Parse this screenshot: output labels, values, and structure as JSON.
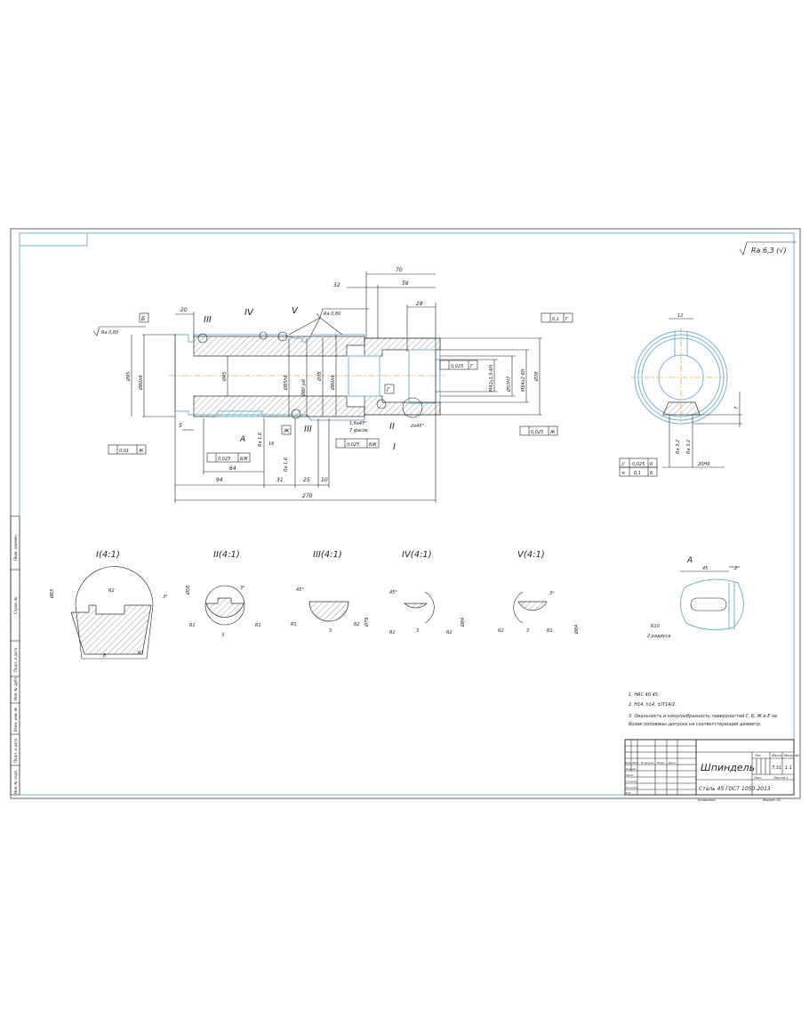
{
  "sheet": {
    "roughness_general": "Ra 6,3 (√)",
    "side_stamps": [
      "Перв. примен.",
      "Справ. №",
      "Подп. и дата",
      "Инв. № дубл.",
      "Взам. инв. №",
      "Подп. и дата",
      "Инв. № подл."
    ]
  },
  "main_view": {
    "dims_top": [
      "70",
      "32",
      "58",
      "28",
      "20"
    ],
    "dims_bottom": [
      "5",
      "64",
      "94",
      "31",
      "25",
      "10",
      "270",
      "16"
    ],
    "diameters": [
      "Ø95",
      "Ø80h6",
      "Ø45",
      "Ø85h6",
      "Ø80 js6",
      "Ø78",
      "Ø80h6",
      "M42x1,5-6H",
      "Ø57H7",
      "M64x2-6H",
      "Ø78"
    ],
    "chamfers": [
      "1,6x45°",
      "7 фасок",
      "2x45°"
    ],
    "roughness": [
      "Ra 0,80",
      "Ra 0,80",
      "Ra 1,6",
      "Ra 1,6"
    ],
    "detail_marks": [
      "III",
      "IV",
      "V",
      "III",
      "II",
      "I"
    ],
    "datums": [
      "Б",
      "Ж",
      "Г"
    ],
    "view_arrow": "A",
    "tolerances": [
      {
        "value": "0,01",
        "base": "Ж"
      },
      {
        "value": "0,025",
        "base": "БЖ"
      },
      {
        "value": "0,025",
        "base": "БЖ"
      },
      {
        "value": "0,025",
        "base": "Г"
      },
      {
        "value": "0,1",
        "base": "Г"
      },
      {
        "value": "0,025",
        "base": "Ж"
      }
    ]
  },
  "section_view": {
    "dims": [
      "12",
      "7",
      "Ra 3,2",
      "Ra 3,2",
      "20H9"
    ],
    "tolerances": [
      {
        "value": "0,025",
        "base": "Б"
      },
      {
        "value": "0,1",
        "base": "Б"
      }
    ]
  },
  "details": [
    {
      "title": "I(4:1)",
      "labels": [
        "Ø65",
        "R2",
        "R1",
        "8",
        "3°"
      ]
    },
    {
      "title": "II(4:1)",
      "labels": [
        "Ø58",
        "R1",
        "R1",
        "3",
        "3°"
      ]
    },
    {
      "title": "III(4:1)",
      "labels": [
        "R1",
        "R2",
        "3",
        "Ø79",
        "45°"
      ]
    },
    {
      "title": "IV(4:1)",
      "labels": [
        "R1",
        "R2",
        "3",
        "Ø84",
        "45°"
      ]
    },
    {
      "title": "V(4:1)",
      "labels": [
        "R2",
        "R1",
        "3",
        "Ø84",
        "3°"
      ]
    }
  ],
  "view_a": {
    "title": "A",
    "dims": [
      "45",
      "2"
    ],
    "radius": "R10",
    "note": "2 радиуса"
  },
  "notes": [
    "1. HRC 40.45.",
    "2. H14, h14, ±IT14/2.",
    "3. Овальность и конусообразность поверхностей Г, Б, Ж и Е не",
    "более половины допуска на соответствующий диаметр."
  ],
  "title_block": {
    "part_name": "Шпиндель",
    "material": "Сталь 45  ГОСТ 1050-2013",
    "headers": {
      "lit": "Лит.",
      "mass": "Масса",
      "scale": "Масштаб",
      "sheet": "Лист",
      "sheets": "Листов 1"
    },
    "mass": "7,31",
    "scale": "1:1",
    "rows": [
      "Изм.",
      "Лист",
      "№ докум.",
      "Подп.",
      "Дата",
      "Разраб.",
      "Пров.",
      "Т.контр.",
      "Н.контр.",
      "Утв."
    ],
    "copied": "Копировал",
    "format": "Формат  А3"
  }
}
